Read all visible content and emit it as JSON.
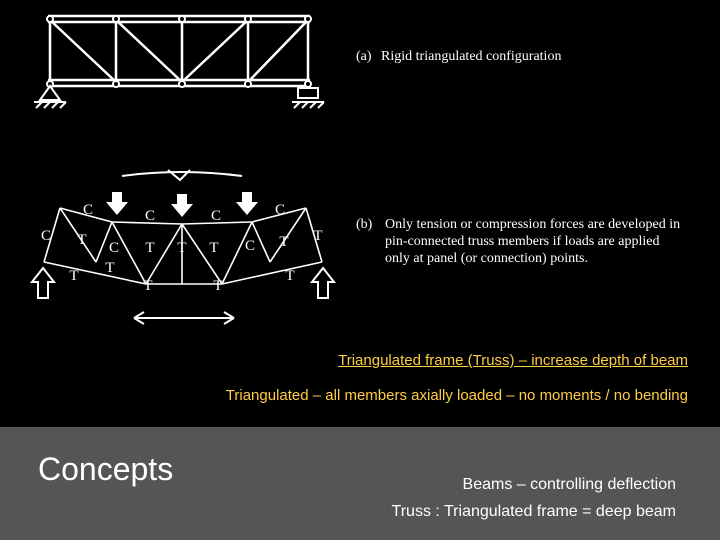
{
  "figure": {
    "caption_a_tag": "(a)",
    "caption_a_text": "Rigid triangulated configuration",
    "caption_b_tag": "(b)",
    "caption_b_text": "Only tension or compression forces are developed in pin-connected truss members if loads are applied only at panel (or connection) points.",
    "member_labels": [
      "C",
      "C",
      "C",
      "C",
      "C",
      "C",
      "C",
      "T",
      "T",
      "T",
      "T",
      "T",
      "T",
      "T",
      "T",
      "T",
      "T",
      "T"
    ]
  },
  "notes": {
    "truss_link": "Triangulated frame (Truss) – increase depth of beam",
    "summary": "Triangulated – all members axially loaded  – no moments / no bending"
  },
  "footer": {
    "title": "Concepts",
    "line1": "Beams – controlling deflection",
    "line2": "Truss : Triangulated frame = deep beam"
  },
  "colors": {
    "highlight": "#ffcc44",
    "footer_bg": "#555555",
    "background": "#000000"
  },
  "icons": [
    "pin-support-icon",
    "roller-support-icon",
    "load-arrow-icon",
    "reaction-arrow-icon"
  ]
}
